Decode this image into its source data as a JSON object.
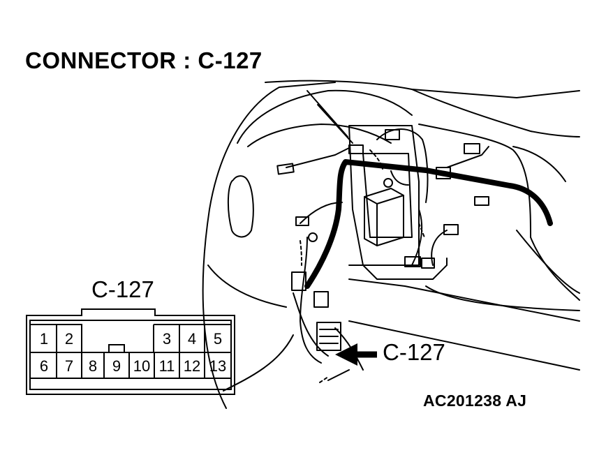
{
  "title": "CONNECTOR : C-127",
  "connector_face": {
    "label": "C-127",
    "top_row": [
      "1",
      "2",
      "3",
      "4",
      "5"
    ],
    "bottom_row": [
      "6",
      "7",
      "8",
      "9",
      "10",
      "11",
      "12",
      "13"
    ]
  },
  "callout_label": "C-127",
  "illustration_code": "AC201238  AJ"
}
